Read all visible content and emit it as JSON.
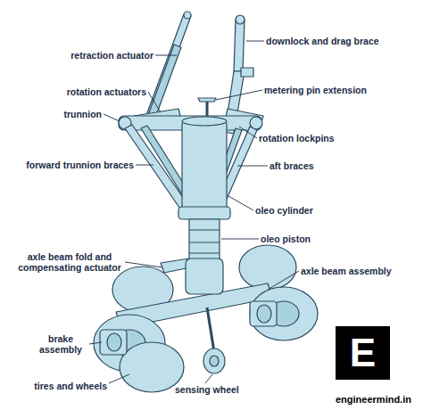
{
  "diagram": {
    "nodes": [
      {
        "text": [
          "E"
        ]
      }
    ],
    "labels": [
      "retraction actuator",
      "downlock and drag brace",
      "rotation actuators",
      "metering pin extension",
      "trunnion",
      "rotation lockpins",
      "forward trunnion braces",
      "aft braces",
      "oleo cylinder",
      "oleo piston",
      "axle beam fold and compensating actuator",
      "axle beam assembly",
      "brake assembly",
      "tires and wheels",
      "sensing wheel",
      "engineermind.in"
    ]
  }
}
